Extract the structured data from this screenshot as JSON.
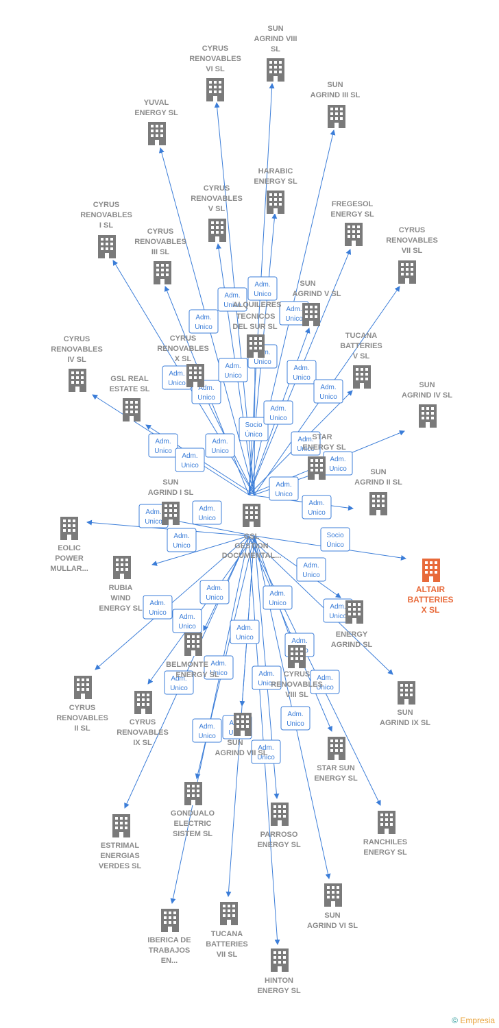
{
  "center": {
    "name": "GSL GESTION DOCUMENTAL..."
  },
  "colors": {
    "edge": "#3b7dd8",
    "building": "#7a7a7a",
    "highlight": "#e86a3a"
  },
  "nodes": [
    {
      "id": "sun8",
      "name": "SUN AGRIND VIII SL"
    },
    {
      "id": "cyr6",
      "name": "CYRUS RENOVABLES VI SL"
    },
    {
      "id": "sun3",
      "name": "SUN AGRIND III SL"
    },
    {
      "id": "yuval",
      "name": "YUVAL ENERGY SL"
    },
    {
      "id": "harabic",
      "name": "HARABIC ENERGY SL"
    },
    {
      "id": "cyr5",
      "name": "CYRUS RENOVABLES V SL"
    },
    {
      "id": "fregesol",
      "name": "FREGESOL ENERGY SL"
    },
    {
      "id": "cyr1",
      "name": "CYRUS RENOVABLES I SL"
    },
    {
      "id": "cyr3",
      "name": "CYRUS RENOVABLES III SL"
    },
    {
      "id": "cyr7",
      "name": "CYRUS RENOVABLES VII SL"
    },
    {
      "id": "sun5",
      "name": "SUN AGRIND V SL"
    },
    {
      "id": "alq",
      "name": "ALQUILERES TECNICOS DEL SUR SL"
    },
    {
      "id": "cyr4",
      "name": "CYRUS RENOVABLES IV SL"
    },
    {
      "id": "cyrx",
      "name": "CYRUS RENOVABLES X SL"
    },
    {
      "id": "tuc5",
      "name": "TUCANA BATTERIES V SL"
    },
    {
      "id": "gslre",
      "name": "GSL REAL ESTATE SL"
    },
    {
      "id": "sun4",
      "name": "SUN AGRIND IV SL"
    },
    {
      "id": "starc",
      "name": "STAR ENERGY SL"
    },
    {
      "id": "sun2",
      "name": "SUN AGRIND II SL"
    },
    {
      "id": "sun1",
      "name": "SUN AGRIND I SL"
    },
    {
      "id": "eolic",
      "name": "EOLIC POWER MULLAR..."
    },
    {
      "id": "altair",
      "name": "ALTAIR BATTERIES X SL"
    },
    {
      "id": "rubia",
      "name": "RUBIA WIND ENERGY SL"
    },
    {
      "id": "enagr",
      "name": "ENERGY AGRIND SL"
    },
    {
      "id": "belmonte",
      "name": "BELMONTE ENERGY SL"
    },
    {
      "id": "cyr8",
      "name": "CYRUS RENOVABLES VIII SL"
    },
    {
      "id": "cyr2",
      "name": "CYRUS RENOVABLES II SL"
    },
    {
      "id": "cyr9",
      "name": "CYRUS RENOVABLES IX SL"
    },
    {
      "id": "sun9",
      "name": "SUN AGRIND IX SL"
    },
    {
      "id": "sun7",
      "name": "SUN AGRIND VII SL"
    },
    {
      "id": "starsun",
      "name": "STAR SUN ENERGY SL"
    },
    {
      "id": "gondualo",
      "name": "GONDUALO ELECTRIC SISTEM SL"
    },
    {
      "id": "estrimal",
      "name": "ESTRIMAL ENERGIAS VERDES SL"
    },
    {
      "id": "parroso",
      "name": "PARROSO ENERGY SL"
    },
    {
      "id": "ranchiles",
      "name": "RANCHILES ENERGY SL"
    },
    {
      "id": "sun6",
      "name": "SUN AGRIND VI SL"
    },
    {
      "id": "iberica",
      "name": "IBERICA DE TRABAJOS EN..."
    },
    {
      "id": "tuc7",
      "name": "TUCANA BATTERIES VII SL"
    },
    {
      "id": "hinton",
      "name": "HINTON ENERGY SL"
    }
  ],
  "badge": {
    "line1": "Adm.",
    "line2": "Unico"
  },
  "badge_alt": {
    "line1": "Socio",
    "line2": "Único"
  },
  "footer": {
    "copyright": "©",
    "brand": "Empresia"
  }
}
